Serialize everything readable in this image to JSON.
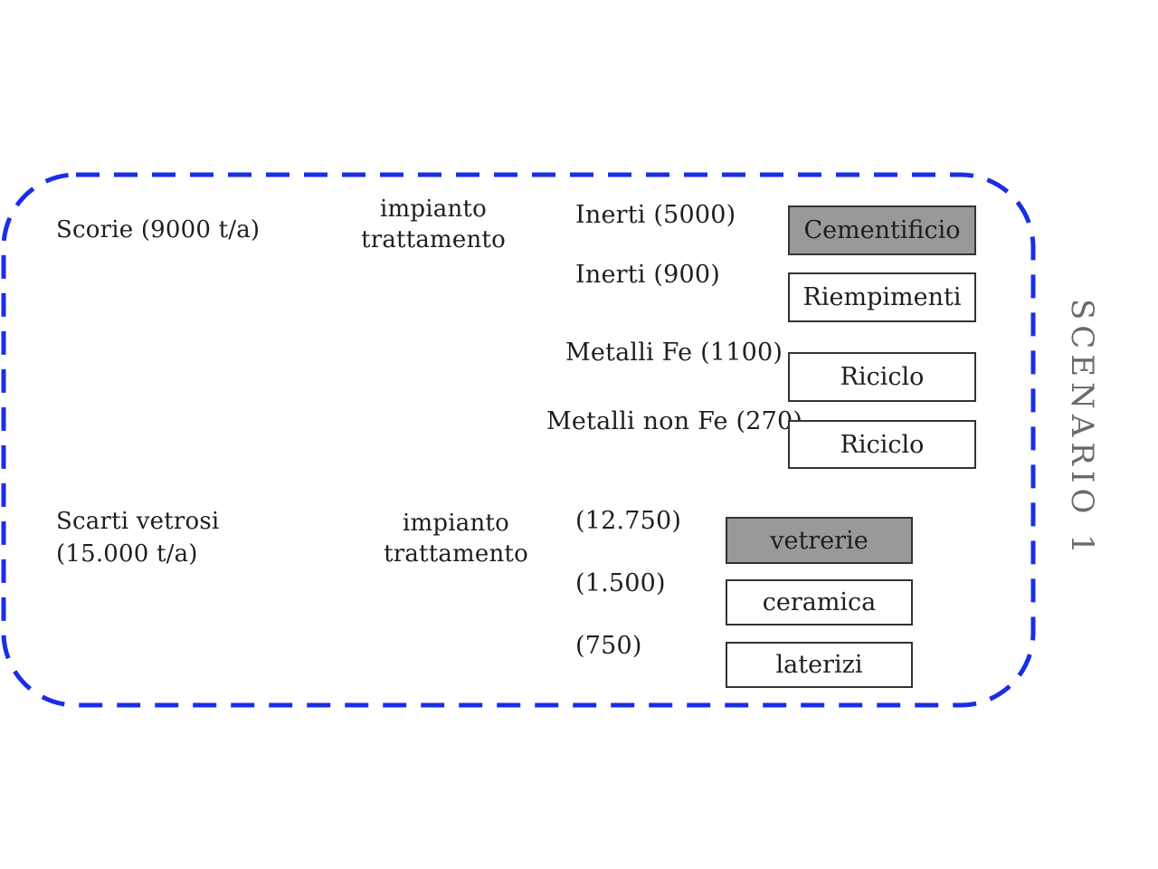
{
  "scenario_label": "SCENARIO 1",
  "group1": {
    "source": "Scorie (9000 t/a)",
    "process": "impianto trattamento",
    "flows": [
      {
        "label": "Inerti (5000)",
        "destination": "Cementificio",
        "highlight": true
      },
      {
        "label": "Inerti (900)",
        "destination": "Riempimenti",
        "highlight": false
      },
      {
        "label": "Metalli Fe (1100)",
        "destination": "Riciclo",
        "highlight": false
      },
      {
        "label": "Metalli non Fe (270)",
        "destination": "Riciclo",
        "highlight": false
      }
    ]
  },
  "group2": {
    "source_line1": "Scarti vetrosi",
    "source_line2": "(15.000 t/a)",
    "process": "impianto trattamento",
    "flows": [
      {
        "label": "(12.750)",
        "destination": "vetrerie",
        "highlight": true
      },
      {
        "label": "(1.500)",
        "destination": "ceramica",
        "highlight": false
      },
      {
        "label": "(750)",
        "destination": "laterizi",
        "highlight": false
      }
    ]
  },
  "colors": {
    "border": "#1a2ee6",
    "box_highlight": "#999999",
    "box_border": "#333333"
  }
}
